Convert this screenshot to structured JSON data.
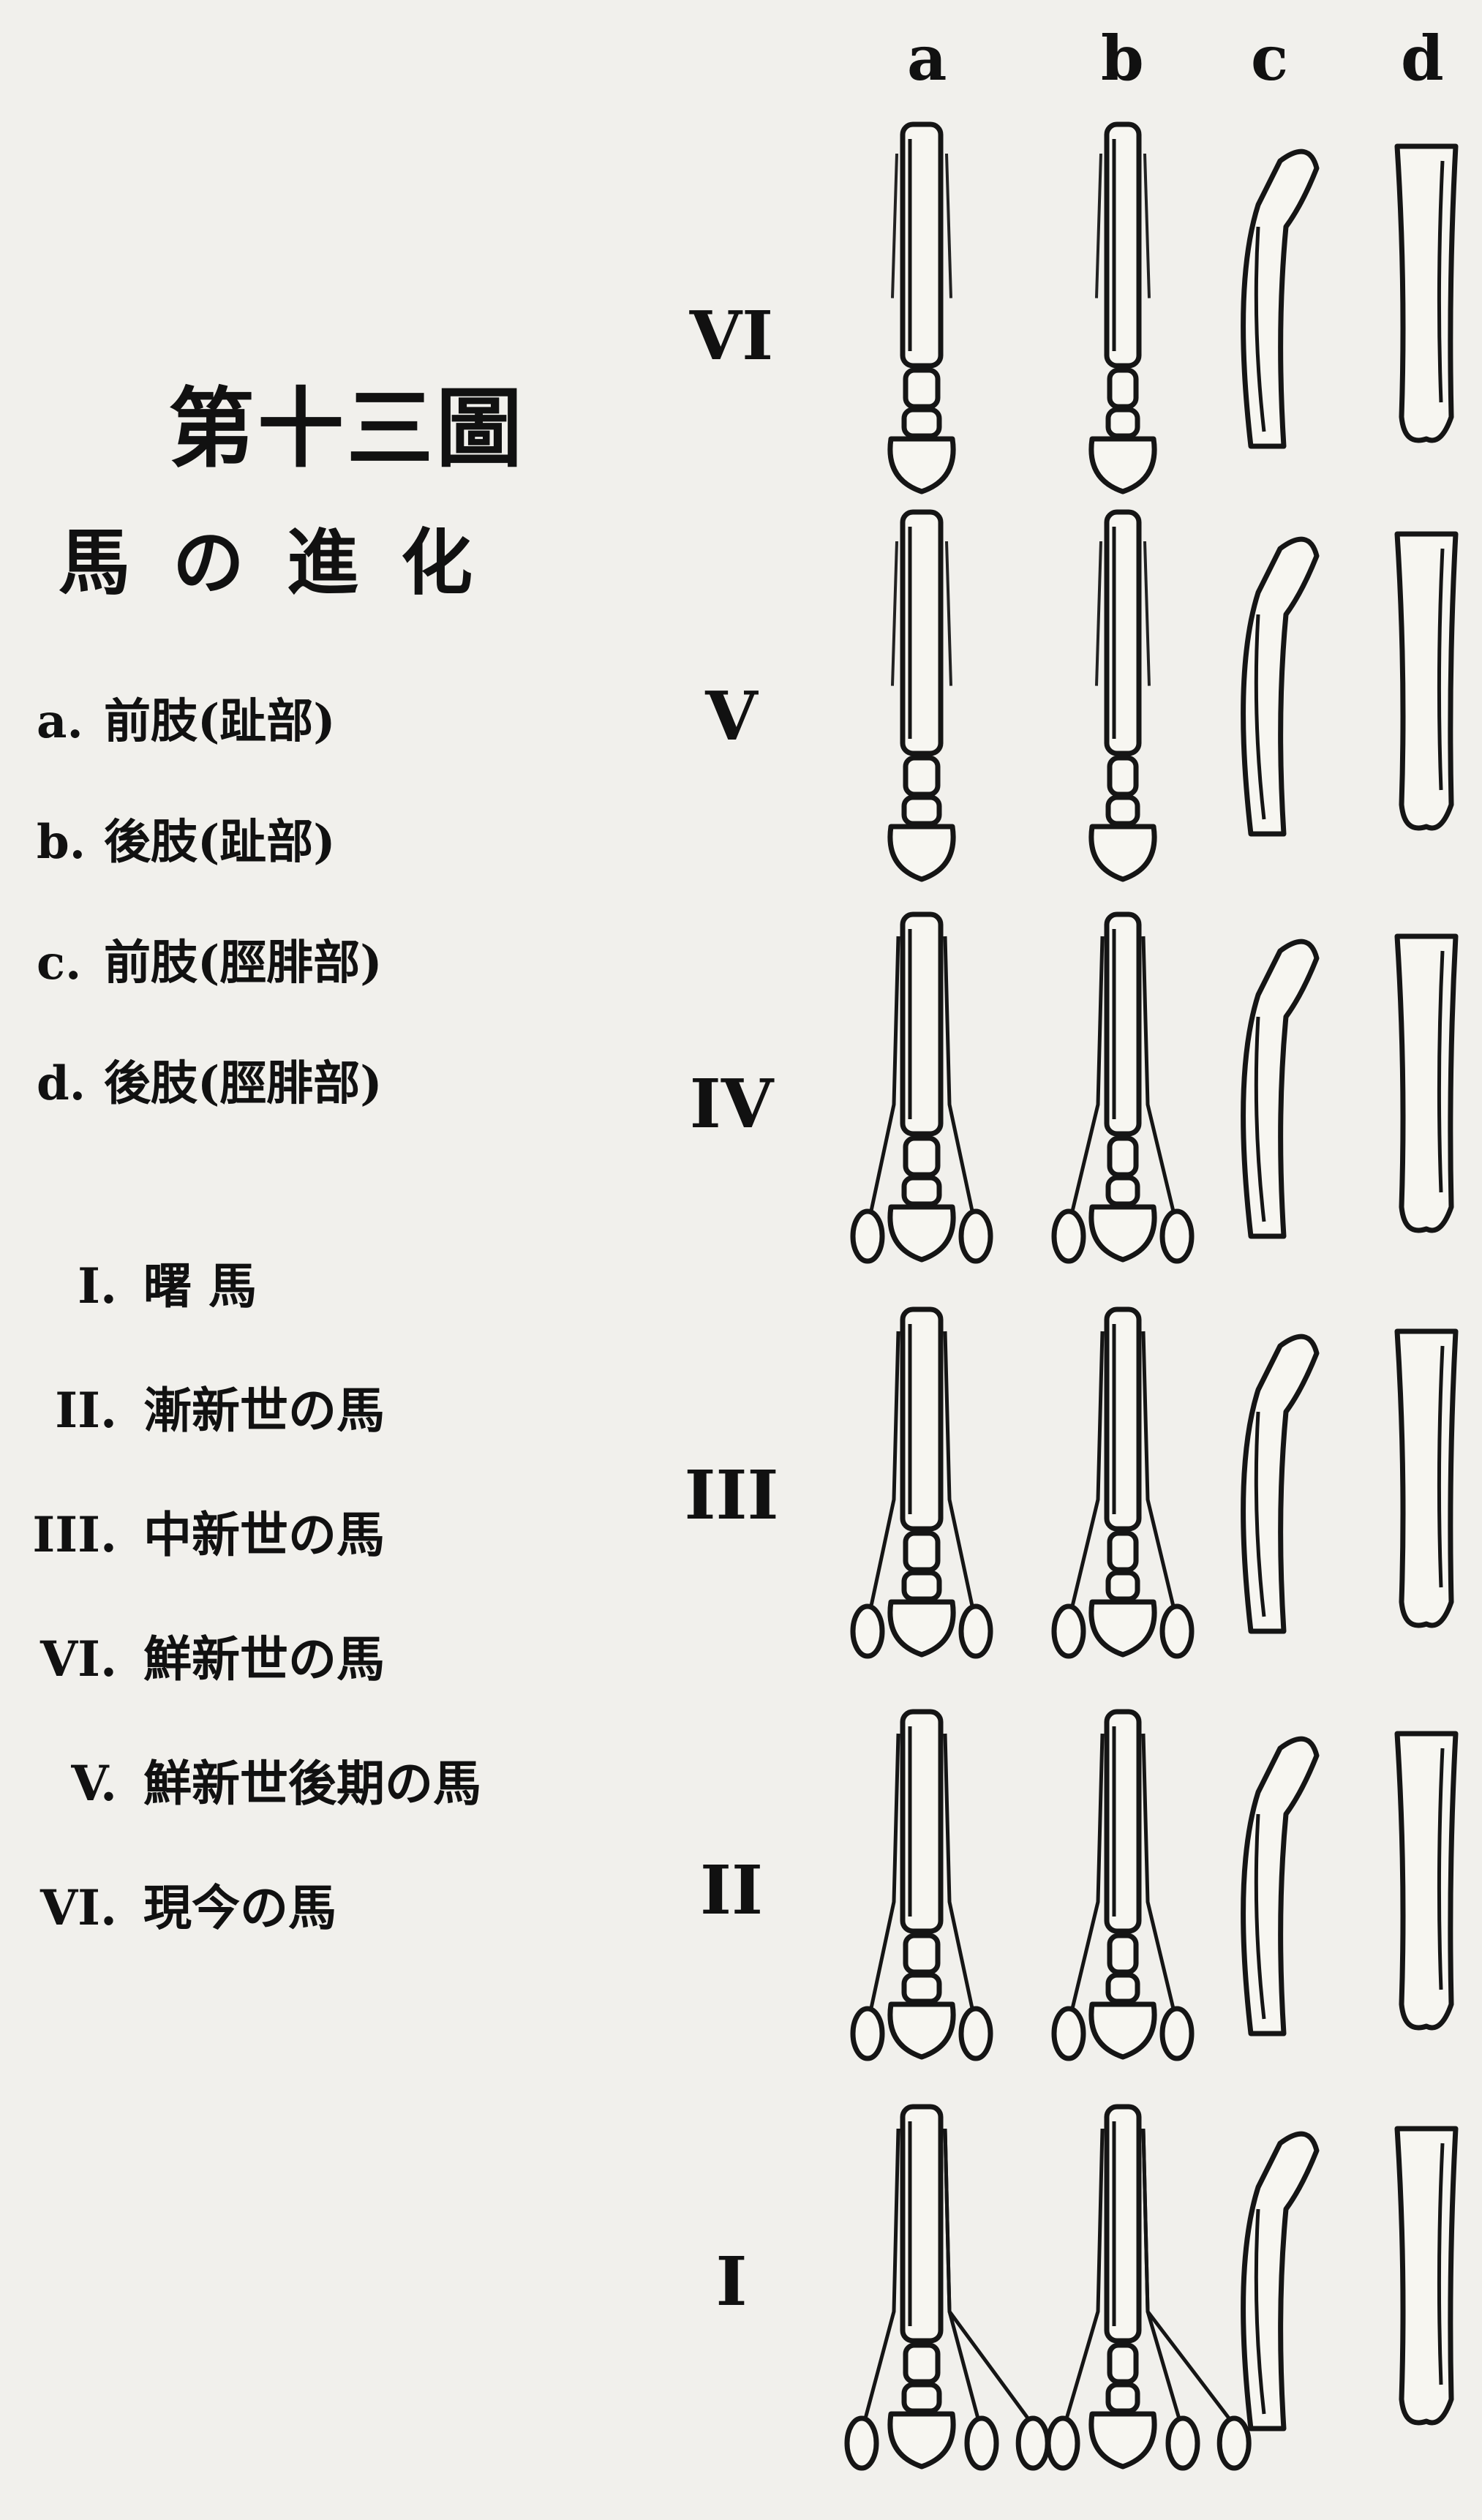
{
  "figure": {
    "title": "第十三圖",
    "subtitle": "馬の進化"
  },
  "legend": [
    {
      "key": "a.",
      "text": "前肢(趾部)"
    },
    {
      "key": "b.",
      "text": "後肢(趾部)"
    },
    {
      "key": "c.",
      "text": "前肢(脛腓部)"
    },
    {
      "key": "d.",
      "text": "後肢(脛腓部)"
    }
  ],
  "periods": [
    {
      "key": "I.",
      "text": "曙 馬"
    },
    {
      "key": "II.",
      "text": "漸新世の馬"
    },
    {
      "key": "III.",
      "text": "中新世の馬"
    },
    {
      "key": "VI.",
      "text": "鮮新世の馬"
    },
    {
      "key": "V.",
      "text": "鮮新世後期の馬"
    },
    {
      "key": "VI.",
      "text": "現今の馬"
    }
  ],
  "columns": [
    "a",
    "b",
    "c",
    "d"
  ],
  "rows": [
    {
      "label": "VI",
      "toes": 1
    },
    {
      "label": "V",
      "toes": 1
    },
    {
      "label": "IV",
      "toes": 3
    },
    {
      "label": "III",
      "toes": 3
    },
    {
      "label": "II",
      "toes": 3
    },
    {
      "label": "I",
      "toes": 4
    }
  ]
}
